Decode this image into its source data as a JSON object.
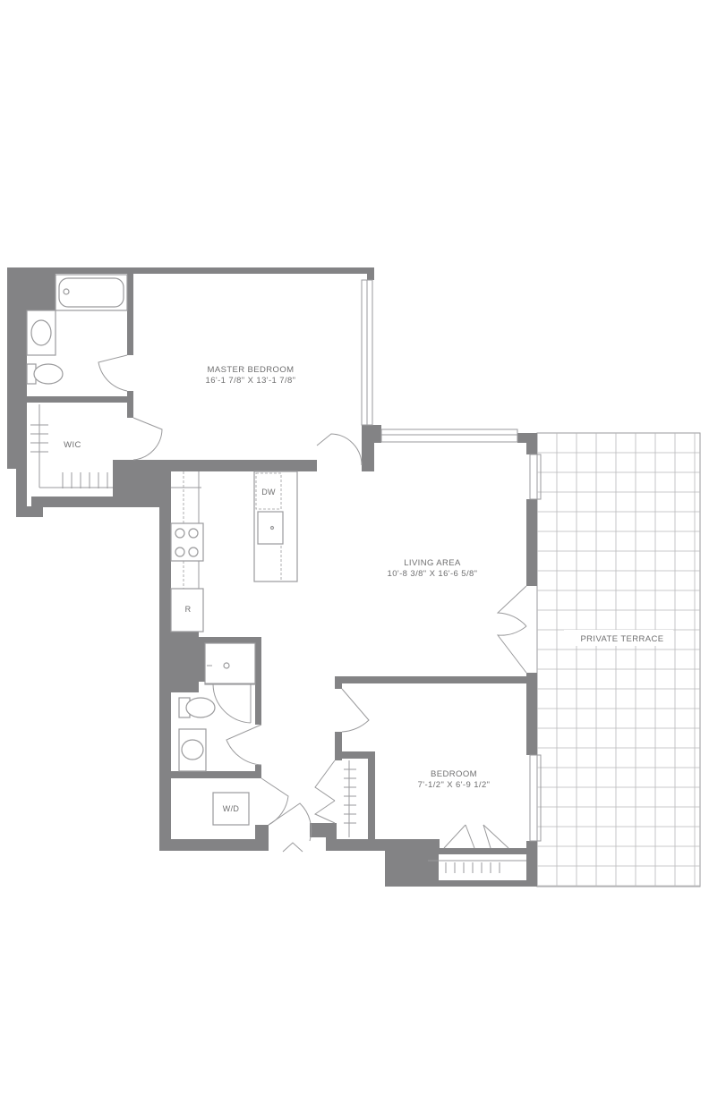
{
  "rooms": {
    "master_bedroom": {
      "name": "MASTER BEDROOM",
      "dims": "16'-1 7/8\" X 13'-1 7/8\""
    },
    "wic": {
      "name": "WIC"
    },
    "living_area": {
      "name": "LIVING AREA",
      "dims": "10'-8 3/8\" X 16'-6 5/8\""
    },
    "bedroom": {
      "name": "BEDROOM",
      "dims": "7'-1/2\" X 6'-9 1/2\""
    },
    "private_terrace": {
      "name": "PRIVATE TERRACE"
    }
  },
  "appliances": {
    "dishwasher": "DW",
    "refrigerator": "R",
    "washer_dryer": "W/D"
  },
  "colors": {
    "wall": "#838385",
    "line": "#9a9a9c",
    "text": "#6f6f70"
  }
}
